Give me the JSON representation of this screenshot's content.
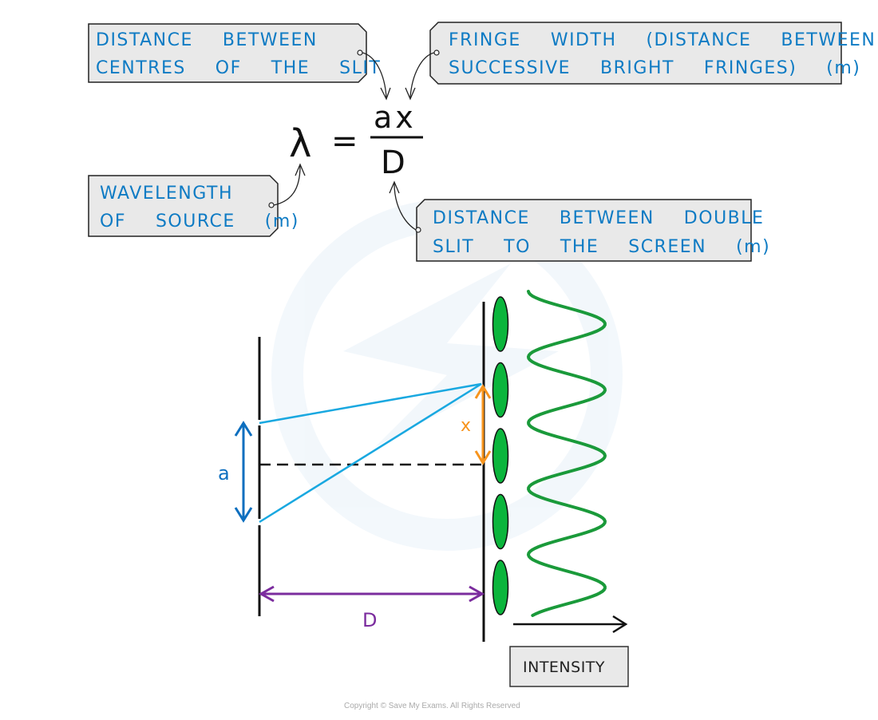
{
  "formula": {
    "lhs": "λ",
    "equals": "=",
    "numerator": "ax",
    "denominator": "D"
  },
  "labels": {
    "slit_separation": [
      "DISTANCE  BETWEEN",
      "CENTRES  OF  THE  SLIT"
    ],
    "fringe_width": [
      "FRINGE  WIDTH  (DISTANCE  BETWEEN",
      "SUCCESSIVE  BRIGHT  FRINGES)  (m)"
    ],
    "wavelength": [
      "WAVELENGTH",
      "OF  SOURCE  (m)"
    ],
    "screen_distance": [
      "DISTANCE  BETWEEN  DOUBLE",
      "SLIT  TO  THE  SCREEN  (m)"
    ]
  },
  "diagram": {
    "a_label": "a",
    "x_label": "x",
    "D_label": "D",
    "intensity_label": "INTENSITY",
    "bright_fringe_count": 5
  },
  "colors": {
    "label_text": "#0e7bc4",
    "label_fill": "#e9e9e9",
    "ray": "#19a8e0",
    "slit_arrow": "#0e6fbf",
    "fringe_arrow": "#f7941d",
    "distance_arrow": "#7b2c9e",
    "fringe_fill": "#0bb53c",
    "wave": "#1a9a3a"
  },
  "copyright": "Copyright © Save My Exams. All Rights Reserved"
}
